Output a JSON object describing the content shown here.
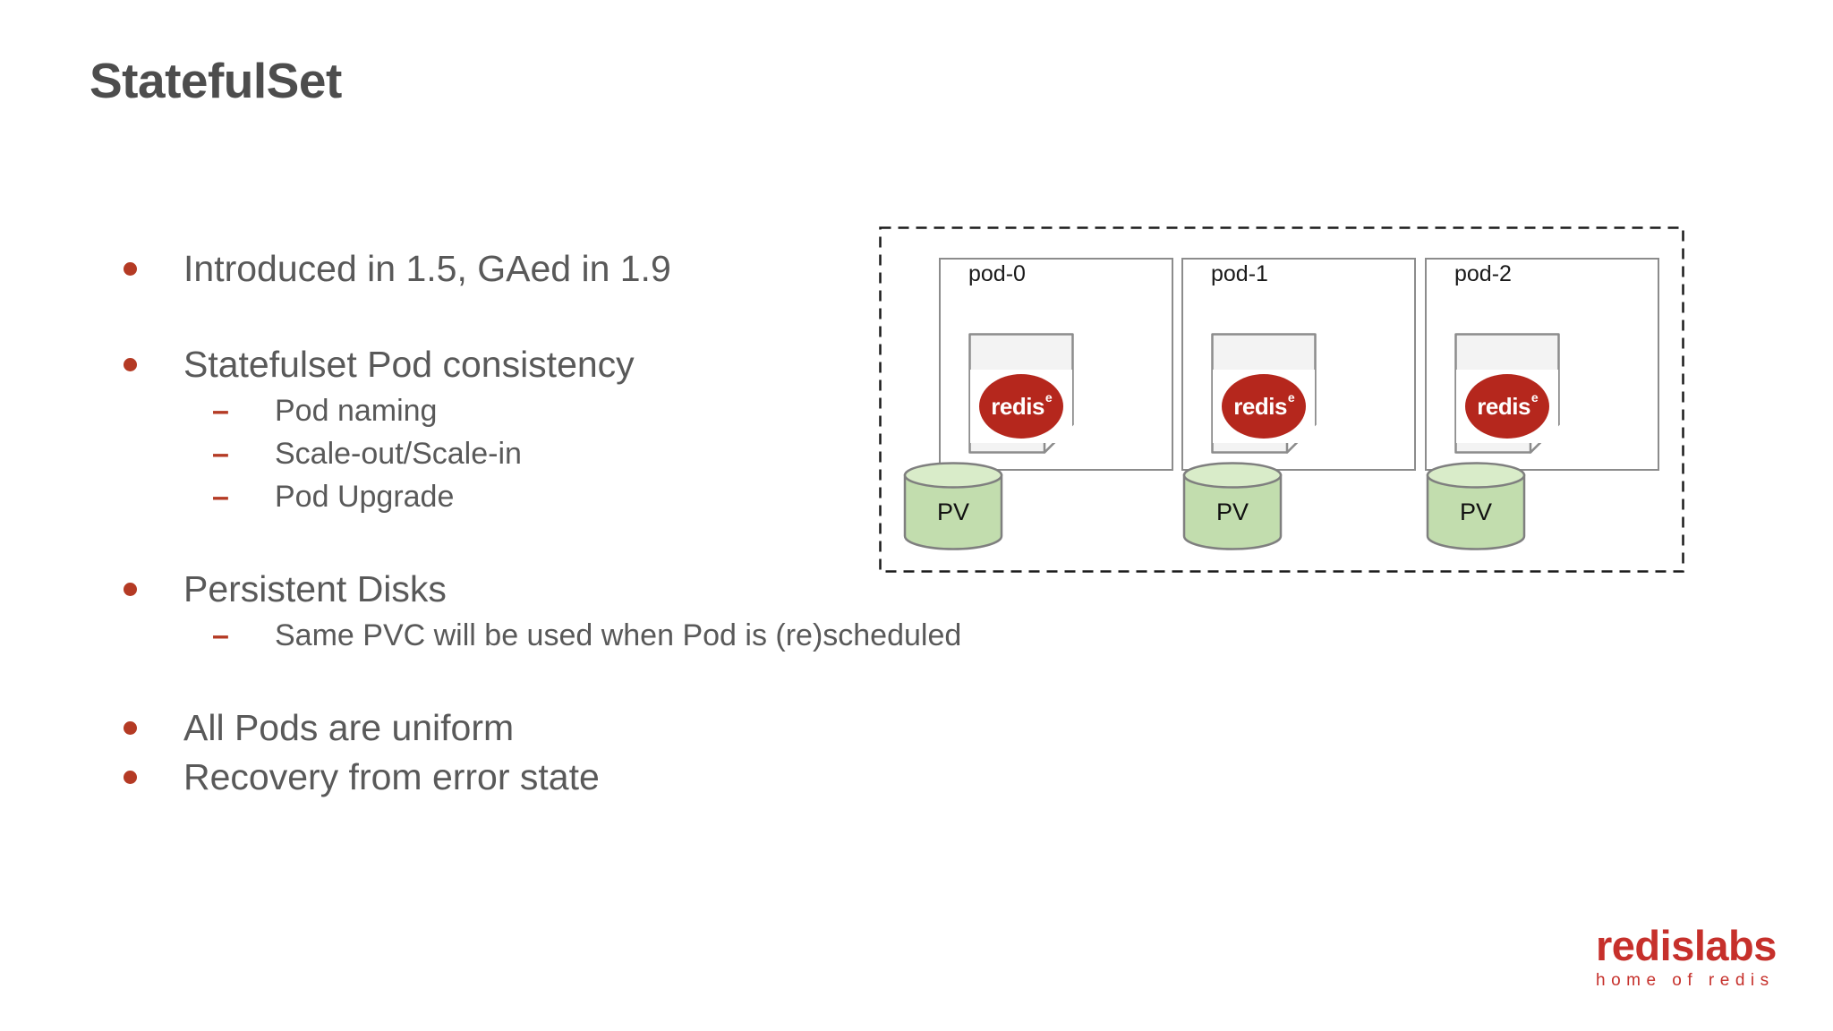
{
  "slide": {
    "title": "StatefulSet"
  },
  "bullets": [
    {
      "level": 1,
      "text": "Introduced in 1.5, GAed in 1.9"
    },
    {
      "level": 1,
      "text": "Statefulset Pod consistency",
      "spacer_before": true
    },
    {
      "level": 2,
      "text": "Pod naming"
    },
    {
      "level": 2,
      "text": "Scale-out/Scale-in"
    },
    {
      "level": 2,
      "text": "Pod Upgrade"
    },
    {
      "level": 1,
      "text": "Persistent Disks",
      "spacer_before": true
    },
    {
      "level": 2,
      "text": "Same PVC will be used when Pod is (re)scheduled"
    },
    {
      "level": 1,
      "text": "All Pods are uniform",
      "spacer_before": true
    },
    {
      "level": 1,
      "text": "Recovery from error state"
    }
  ],
  "markers": {
    "dash": "–"
  },
  "diagram": {
    "pods": [
      {
        "label": "pod-0",
        "app": "redis",
        "app_sup": "e",
        "volume": "PV"
      },
      {
        "label": "pod-1",
        "app": "redis",
        "app_sup": "e",
        "volume": "PV"
      },
      {
        "label": "pod-2",
        "app": "redis",
        "app_sup": "e",
        "volume": "PV"
      }
    ]
  },
  "footer": {
    "brand": "redislabs",
    "tagline": "home of redis"
  },
  "colors": {
    "title-text": "#4d4d4d",
    "body-text": "#595959",
    "bullet-red": "#b43a24",
    "redis-red": "#b5271d",
    "brand-red": "#c6302b",
    "cylinder-fill": "#c2ddae",
    "cylinder-top": "#d9ecc9",
    "diagram-border": "#1a1a1a",
    "box-border": "#8c8c8c"
  }
}
